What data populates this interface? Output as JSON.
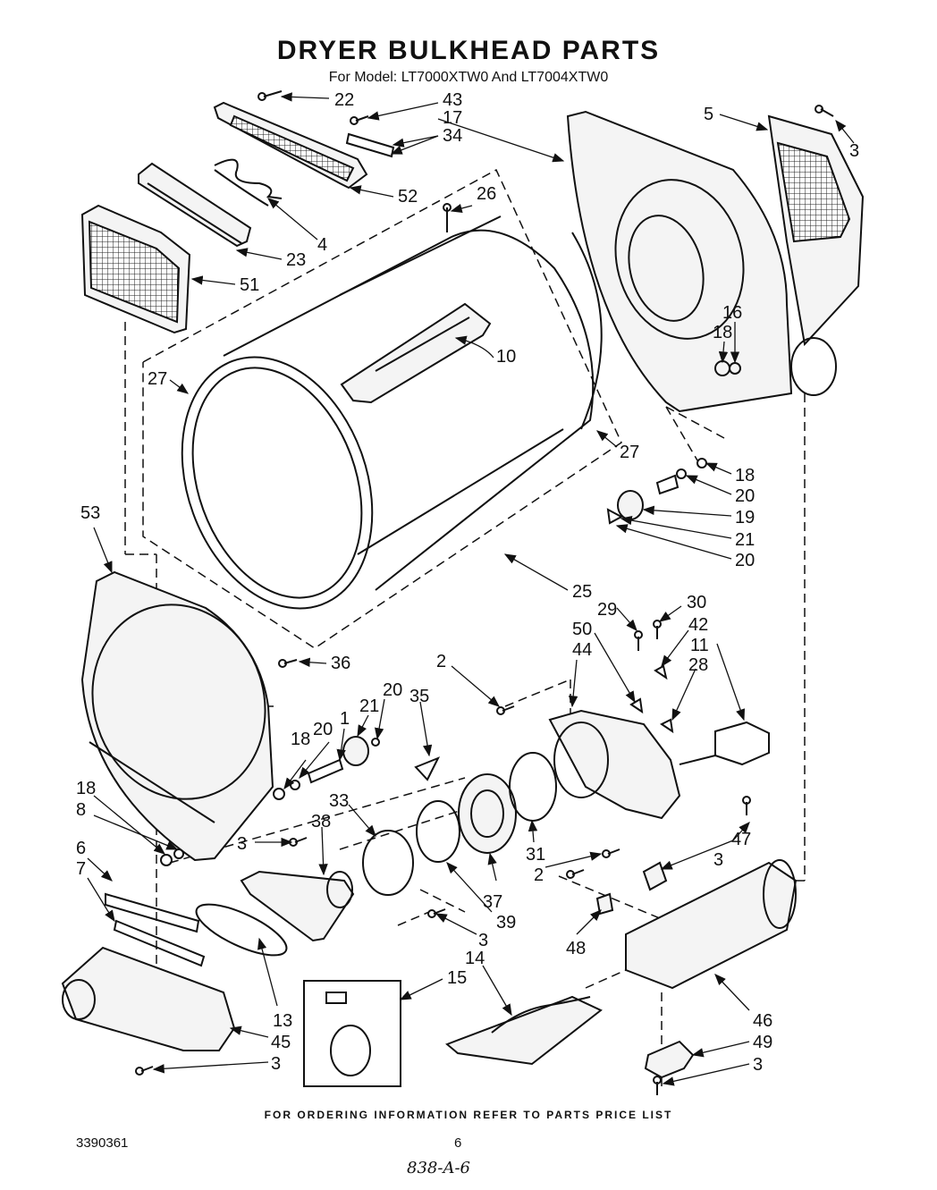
{
  "title": "DRYER BULKHEAD PARTS",
  "subtitle": "For Model: LT7000XTW0 And LT7004XTW0",
  "footer_note": "FOR ORDERING INFORMATION REFER TO PARTS PRICE LIST",
  "doc_number": "3390361",
  "page_number": "6",
  "handwritten_code": "838-A-6",
  "callouts": [
    {
      "id": "22",
      "text": "22"
    },
    {
      "id": "43",
      "text": "43"
    },
    {
      "id": "17",
      "text": "17"
    },
    {
      "id": "34",
      "text": "34"
    },
    {
      "id": "5",
      "text": "5"
    },
    {
      "id": "3a",
      "text": "3"
    },
    {
      "id": "52",
      "text": "52"
    },
    {
      "id": "26",
      "text": "26"
    },
    {
      "id": "4",
      "text": "4"
    },
    {
      "id": "23",
      "text": "23"
    },
    {
      "id": "51",
      "text": "51"
    },
    {
      "id": "16",
      "text": "16"
    },
    {
      "id": "18a",
      "text": "18"
    },
    {
      "id": "10",
      "text": "10"
    },
    {
      "id": "27a",
      "text": "27"
    },
    {
      "id": "27b",
      "text": "27"
    },
    {
      "id": "18b",
      "text": "18"
    },
    {
      "id": "20a",
      "text": "20"
    },
    {
      "id": "19",
      "text": "19"
    },
    {
      "id": "21a",
      "text": "21"
    },
    {
      "id": "20b",
      "text": "20"
    },
    {
      "id": "53",
      "text": "53"
    },
    {
      "id": "25",
      "text": "25"
    },
    {
      "id": "30",
      "text": "30"
    },
    {
      "id": "29",
      "text": "29"
    },
    {
      "id": "42",
      "text": "42"
    },
    {
      "id": "50",
      "text": "50"
    },
    {
      "id": "11",
      "text": "11"
    },
    {
      "id": "44",
      "text": "44"
    },
    {
      "id": "28",
      "text": "28"
    },
    {
      "id": "36",
      "text": "36"
    },
    {
      "id": "2a",
      "text": "2"
    },
    {
      "id": "35",
      "text": "35"
    },
    {
      "id": "20c",
      "text": "20"
    },
    {
      "id": "21b",
      "text": "21"
    },
    {
      "id": "1",
      "text": "1"
    },
    {
      "id": "20d",
      "text": "20"
    },
    {
      "id": "18c",
      "text": "18"
    },
    {
      "id": "18d",
      "text": "18"
    },
    {
      "id": "8",
      "text": "8"
    },
    {
      "id": "33",
      "text": "33"
    },
    {
      "id": "38",
      "text": "38"
    },
    {
      "id": "3b",
      "text": "3"
    },
    {
      "id": "6",
      "text": "6"
    },
    {
      "id": "7",
      "text": "7"
    },
    {
      "id": "31",
      "text": "31"
    },
    {
      "id": "47",
      "text": "47"
    },
    {
      "id": "3c",
      "text": "3"
    },
    {
      "id": "2b",
      "text": "2"
    },
    {
      "id": "37",
      "text": "37"
    },
    {
      "id": "39",
      "text": "39"
    },
    {
      "id": "3d",
      "text": "3"
    },
    {
      "id": "48",
      "text": "48"
    },
    {
      "id": "14",
      "text": "14"
    },
    {
      "id": "15",
      "text": "15"
    },
    {
      "id": "13",
      "text": "13"
    },
    {
      "id": "45",
      "text": "45"
    },
    {
      "id": "3e",
      "text": "3"
    },
    {
      "id": "46",
      "text": "46"
    },
    {
      "id": "49",
      "text": "49"
    },
    {
      "id": "3f",
      "text": "3"
    }
  ]
}
